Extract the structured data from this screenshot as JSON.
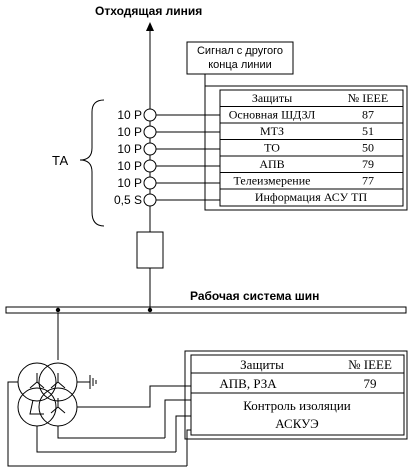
{
  "diagram": {
    "outgoing_line_label": "Отходящая линия",
    "signal_note_line1": "Сигнал с другого",
    "signal_note_line2": "конца линии",
    "ta_label": "ТА",
    "busbar_label": "Рабочая система шин",
    "ct_cores": [
      "10 Р",
      "10 Р",
      "10 Р",
      "10 Р",
      "10 Р",
      "0,5 S"
    ],
    "line_protection_table": {
      "header": [
        "Защиты",
        "№ IEEE"
      ],
      "rows": [
        [
          "Основная ШДЗЛ",
          "87"
        ],
        [
          "МТЗ",
          "51"
        ],
        [
          "ТО",
          "50"
        ],
        [
          "АПВ",
          "79"
        ],
        [
          "Телеизмерение",
          "77"
        ],
        [
          "Информация АСУ ТП",
          ""
        ]
      ]
    },
    "vt_table": {
      "header": [
        "Защиты",
        "№ IEEE"
      ],
      "rows": [
        [
          "АПВ, РЗА",
          "79"
        ],
        [
          "Контроль изоляции",
          ""
        ],
        [
          "АСКУЭ",
          ""
        ]
      ]
    }
  }
}
